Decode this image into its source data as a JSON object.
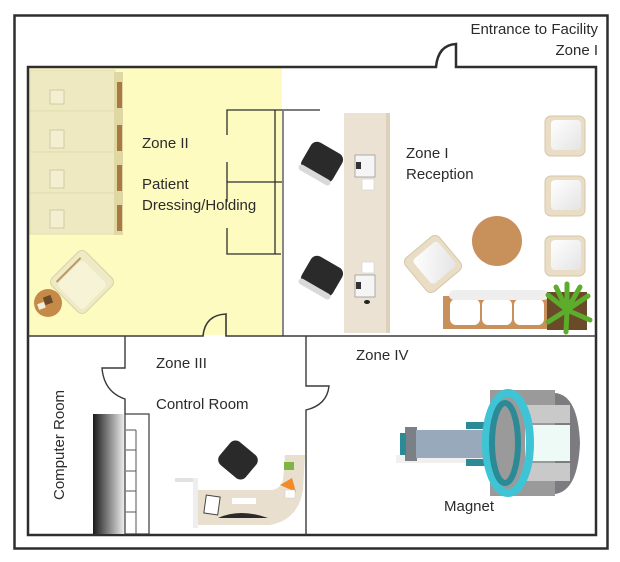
{
  "diagram": {
    "type": "floor-plan",
    "subject": "MRI facility safety zones",
    "labels": {
      "entrance_line1": "Entrance to Facility",
      "entrance_line2": "Zone I",
      "zone2_title": "Zone II",
      "zone2_line1": "Patient",
      "zone2_line2": "Dressing/Holding",
      "zone1_title": "Zone I",
      "zone1_sub": "Reception",
      "zone3_title": "Zone III",
      "zone3_sub": "Control Room",
      "computer_room": "Computer Room",
      "zone4_title": "Zone IV",
      "magnet": "Magnet"
    },
    "colors": {
      "zone2_fill": "#fdfbc0",
      "wall": "#2e2e2e",
      "wood": "#c9935c",
      "desk": "#e9dfcf",
      "magnet_teal": "#3fc4d6",
      "magnet_gray": "#8f9aa6",
      "plant": "#5cad2c"
    },
    "rooms": [
      {
        "id": "zone-2",
        "name": "Zone II - Patient Dressing/Holding"
      },
      {
        "id": "zone-1-reception",
        "name": "Zone I - Reception"
      },
      {
        "id": "computer-room",
        "name": "Computer Room"
      },
      {
        "id": "zone-3",
        "name": "Zone III - Control Room"
      },
      {
        "id": "zone-4",
        "name": "Zone IV - Magnet"
      }
    ]
  }
}
